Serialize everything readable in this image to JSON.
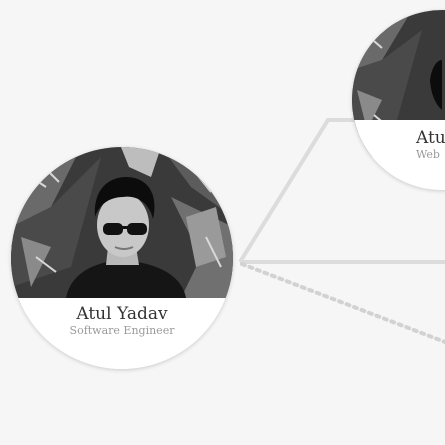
{
  "nodes": [
    {
      "name": "Atul Yadav",
      "title": "Software Engineer"
    },
    {
      "name": "Atu",
      "title": "Web"
    }
  ],
  "colors": {
    "background": "#f6f6f6",
    "connector": "#dcdcdc",
    "card": "#ffffff",
    "name_text": "#333333",
    "role_text": "#9a9a9a"
  }
}
